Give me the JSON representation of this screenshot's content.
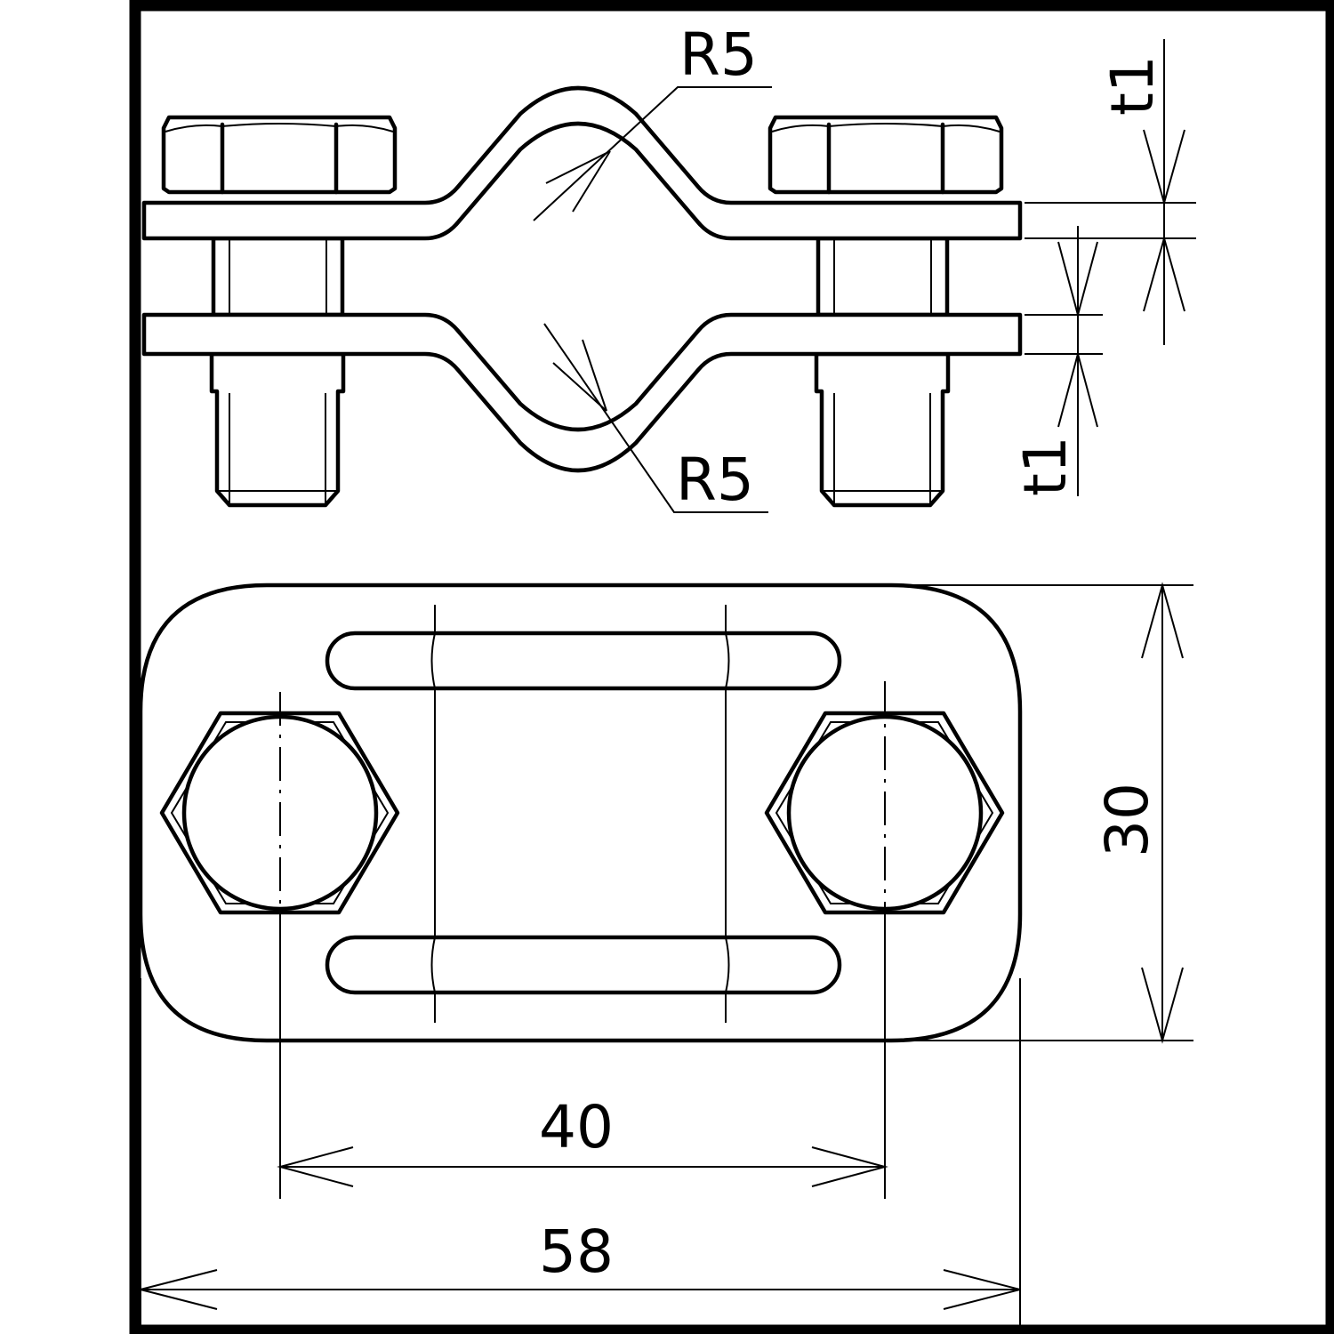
{
  "drawing": {
    "line_color": "#000000",
    "background_color": "#ffffff",
    "labels": {
      "radius_top": "R5",
      "radius_bottom": "R5",
      "thickness_top": "t1",
      "thickness_bottom": "t1",
      "height": "30",
      "hole_spacing": "40",
      "overall_width": "58"
    }
  }
}
